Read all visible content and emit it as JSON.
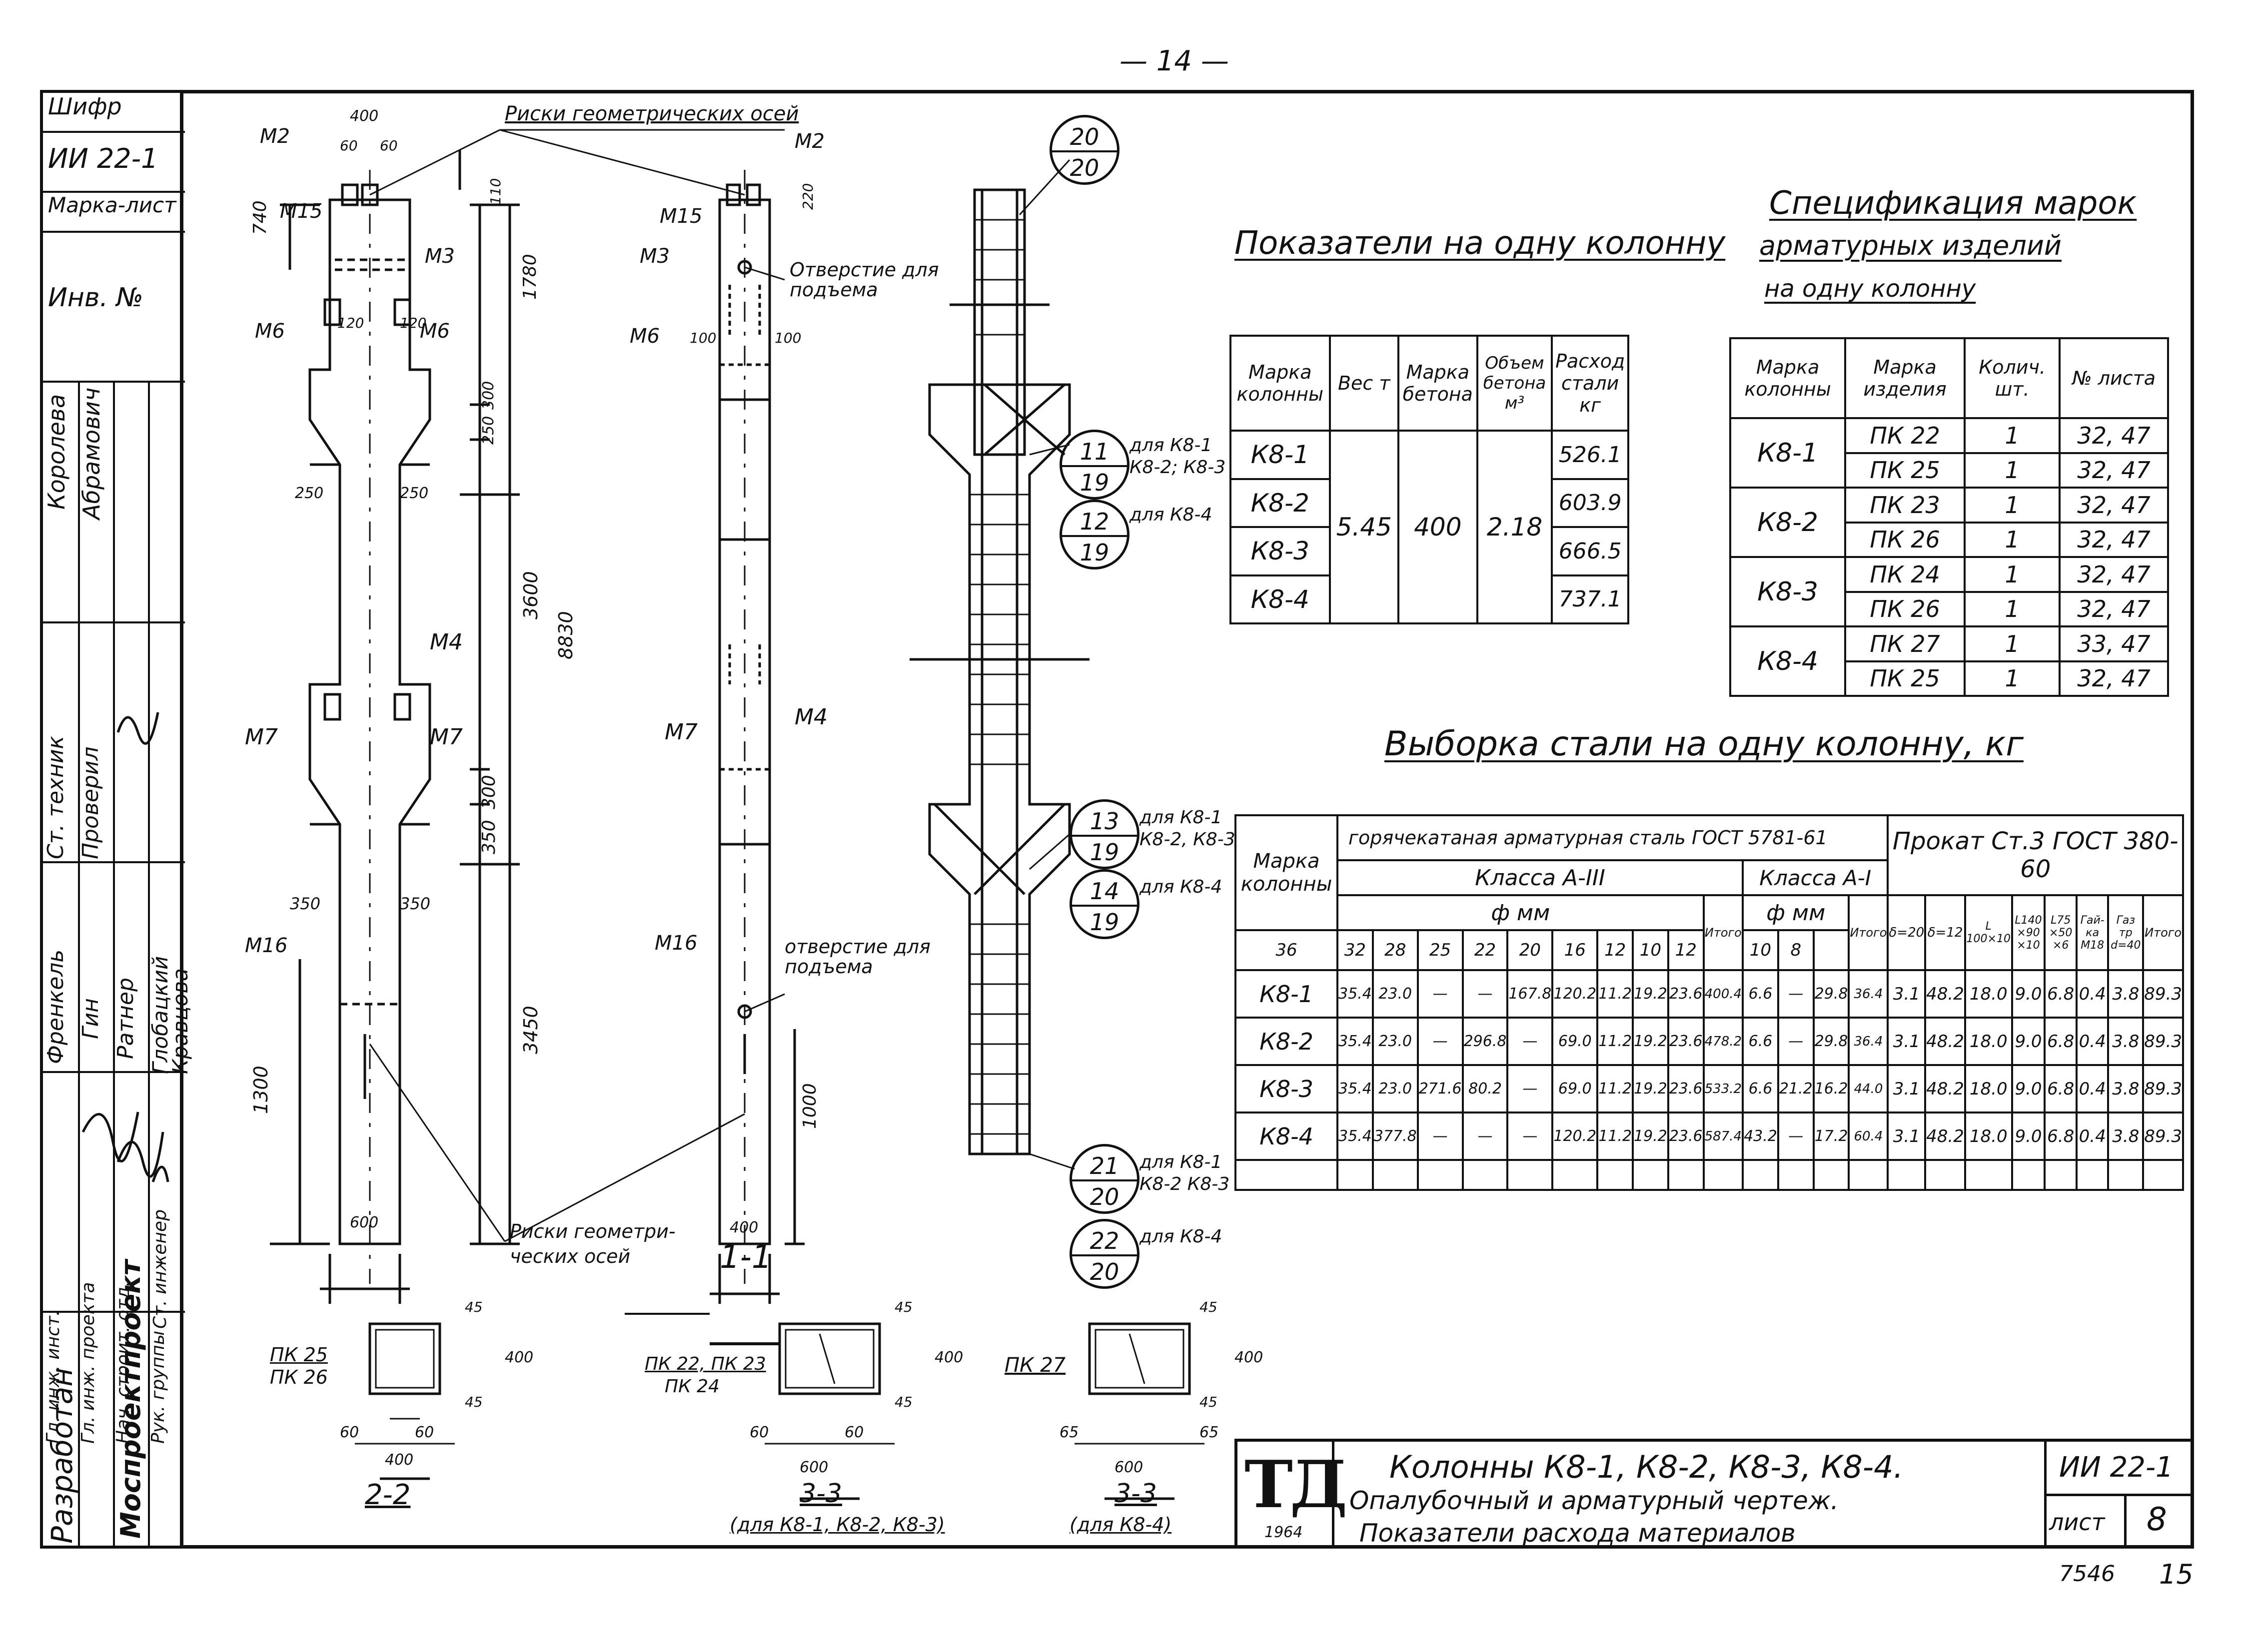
{
  "page_number": "— 14 —",
  "side_block": {
    "shifr_label": "Шифр",
    "shifr_value": "ИИ 22-1",
    "marka_list_label": "Марка-лист",
    "inv_label": "Инв. №",
    "roles": [
      "Разработан",
      "Гл. инж. инст.",
      "Гл. инж. проекта",
      "Нач. строит. отд.",
      "Рук. группы",
      "Ст. инженер",
      "Ст. техник",
      "Проверил"
    ],
    "org": "Моспроектпроект",
    "names": [
      "Королева",
      "Абрамович",
      "Френкель",
      "Гин",
      "Ратнер",
      "Глобацкий",
      "Кравцова"
    ]
  },
  "drawing_labels": {
    "axes_marks_top": "Риски геометрических осей",
    "axes_marks_bottom": "Риски геометри-\nческих осей",
    "hole_top": "Отверстие для\nподъема",
    "hole_bottom": "отверстие для\nподъема",
    "section_1_1": "1-1",
    "section_2_2": "2-2",
    "section_3_3a": "3-3",
    "section_3_3a_note": "(для К8-1, К8-2, К8-3)",
    "section_3_3b": "3-3",
    "section_3_3b_note": "(для К8-4)",
    "embedded": [
      "М2",
      "М15",
      "М3",
      "М6",
      "М4",
      "М7",
      "М16"
    ],
    "pk_labels": [
      "ПК 25",
      "ПК 26",
      "ПК 22, ПК 23",
      "ПК 24",
      "ПК 27"
    ],
    "dims": {
      "w400": "400",
      "w60": "60",
      "d740": "740",
      "d1780": "1780",
      "d3600": "3600",
      "d8830": "8830",
      "d3450": "3450",
      "d1300": "1300",
      "d1000": "1000",
      "w600": "600",
      "d250": "250",
      "d300": "300",
      "d350": "350",
      "d120": "120",
      "d100": "100",
      "d45": "45",
      "d65": "65",
      "d220": "220",
      "d110": "110"
    },
    "callouts": [
      {
        "top": "20",
        "bottom": "20",
        "note": ""
      },
      {
        "top": "11",
        "bottom": "19",
        "note": "для К8-1\nК8-2; К8-3"
      },
      {
        "top": "12",
        "bottom": "19",
        "note": "для К8-4"
      },
      {
        "top": "13",
        "bottom": "19",
        "note": "для К8-1\nК8-2, К8-3"
      },
      {
        "top": "14",
        "bottom": "19",
        "note": "для К8-4"
      },
      {
        "top": "21",
        "bottom": "20",
        "note": "для К8-1\nК8-2 К8-3"
      },
      {
        "top": "22",
        "bottom": "20",
        "note": "для К8-4"
      }
    ]
  },
  "indicators": {
    "title": "Показатели на одну колонну",
    "headers": [
      "Марка колонны",
      "Вес т",
      "Марка бетона",
      "Объем бетона м³",
      "Расход стали кг"
    ],
    "rows": [
      {
        "mark": "К8-1",
        "steel": "526.1"
      },
      {
        "mark": "К8-2",
        "steel": "603.9"
      },
      {
        "mark": "К8-3",
        "steel": "666.5"
      },
      {
        "mark": "К8-4",
        "steel": "737.1"
      }
    ],
    "weight": "5.45",
    "concrete_grade": "400",
    "concrete_volume": "2.18"
  },
  "spec": {
    "title1": "Спецификация марок",
    "title2": "арматурных изделий",
    "title3": "на одну колонну",
    "headers": [
      "Марка колонны",
      "Марка изделия",
      "Колич. шт.",
      "№ листа"
    ],
    "groups": [
      {
        "mark": "К8-1",
        "items": [
          {
            "item": "ПК 22",
            "qty": "1",
            "sheet": "32, 47"
          },
          {
            "item": "ПК 25",
            "qty": "1",
            "sheet": "32, 47"
          }
        ]
      },
      {
        "mark": "К8-2",
        "items": [
          {
            "item": "ПК 23",
            "qty": "1",
            "sheet": "32, 47"
          },
          {
            "item": "ПК 26",
            "qty": "1",
            "sheet": "32, 47"
          }
        ]
      },
      {
        "mark": "К8-3",
        "items": [
          {
            "item": "ПК 24",
            "qty": "1",
            "sheet": "32, 47"
          },
          {
            "item": "ПК 26",
            "qty": "1",
            "sheet": "32, 47"
          }
        ]
      },
      {
        "mark": "К8-4",
        "items": [
          {
            "item": "ПК 27",
            "qty": "1",
            "sheet": "33, 47"
          },
          {
            "item": "ПК 25",
            "qty": "1",
            "sheet": "32, 47"
          }
        ]
      }
    ]
  },
  "steel": {
    "title": "Выборка стали на одну колонну, кг",
    "h_mark": "Марка колонны",
    "h_hot": "горячекатаная арматурная сталь ГОСТ 5781-61",
    "h_class3": "Класса А-III",
    "h_class1": "Класса А-I",
    "h_phi": "ф мм",
    "h_prokat": "Прокат Ст.3 ГОСТ 380-60",
    "h_total": "Итого",
    "cols_a3": [
      "36",
      "32",
      "28",
      "25",
      "22",
      "20",
      "16",
      "12",
      "10"
    ],
    "cols_a1": [
      "12",
      "10",
      "8"
    ],
    "cols_prokat": [
      "δ=20",
      "δ=12",
      "L 100×10",
      "L140 ×90 ×10",
      "L75 ×50 ×6",
      "Гай-ка М18",
      "Газ тр d=40"
    ],
    "rows": [
      {
        "mark": "К8-1",
        "a3": [
          "35.4",
          "23.0",
          "—",
          "—",
          "167.8",
          "120.2",
          "11.2",
          "19.2",
          "23.6"
        ],
        "a3t": "400.4",
        "a1": [
          "6.6",
          "—",
          "29.8"
        ],
        "a1t": "36.4",
        "pr": [
          "3.1",
          "48.2",
          "18.0",
          "9.0",
          "6.8",
          "0.4",
          "3.8"
        ],
        "prt": "89.3"
      },
      {
        "mark": "К8-2",
        "a3": [
          "35.4",
          "23.0",
          "—",
          "296.8",
          "—",
          "69.0",
          "11.2",
          "19.2",
          "23.6"
        ],
        "a3t": "478.2",
        "a1": [
          "6.6",
          "—",
          "29.8"
        ],
        "a1t": "36.4",
        "pr": [
          "3.1",
          "48.2",
          "18.0",
          "9.0",
          "6.8",
          "0.4",
          "3.8"
        ],
        "prt": "89.3"
      },
      {
        "mark": "К8-3",
        "a3": [
          "35.4",
          "23.0",
          "271.6",
          "80.2",
          "—",
          "69.0",
          "11.2",
          "19.2",
          "23.6"
        ],
        "a3t": "533.2",
        "a1": [
          "6.6",
          "21.2",
          "16.2"
        ],
        "a1t": "44.0",
        "pr": [
          "3.1",
          "48.2",
          "18.0",
          "9.0",
          "6.8",
          "0.4",
          "3.8"
        ],
        "prt": "89.3"
      },
      {
        "mark": "К8-4",
        "a3": [
          "35.4",
          "377.8",
          "—",
          "—",
          "—",
          "120.2",
          "11.2",
          "19.2",
          "23.6"
        ],
        "a3t": "587.4",
        "a1": [
          "43.2",
          "—",
          "17.2"
        ],
        "a1t": "60.4",
        "pr": [
          "3.1",
          "48.2",
          "18.0",
          "9.0",
          "6.8",
          "0.4",
          "3.8"
        ],
        "prt": "89.3"
      }
    ]
  },
  "stamp": {
    "logo": "ТД",
    "year": "1964",
    "line1": "Колонны К8-1, К8-2, К8-3, К8-4.",
    "line2": "Опалубочный и арматурный чертеж.",
    "line3": "Показатели расхода материалов",
    "code": "ИИ 22-1",
    "sheet_label": "лист",
    "sheet": "8"
  },
  "footer_number": "7546",
  "footer_page": "15"
}
